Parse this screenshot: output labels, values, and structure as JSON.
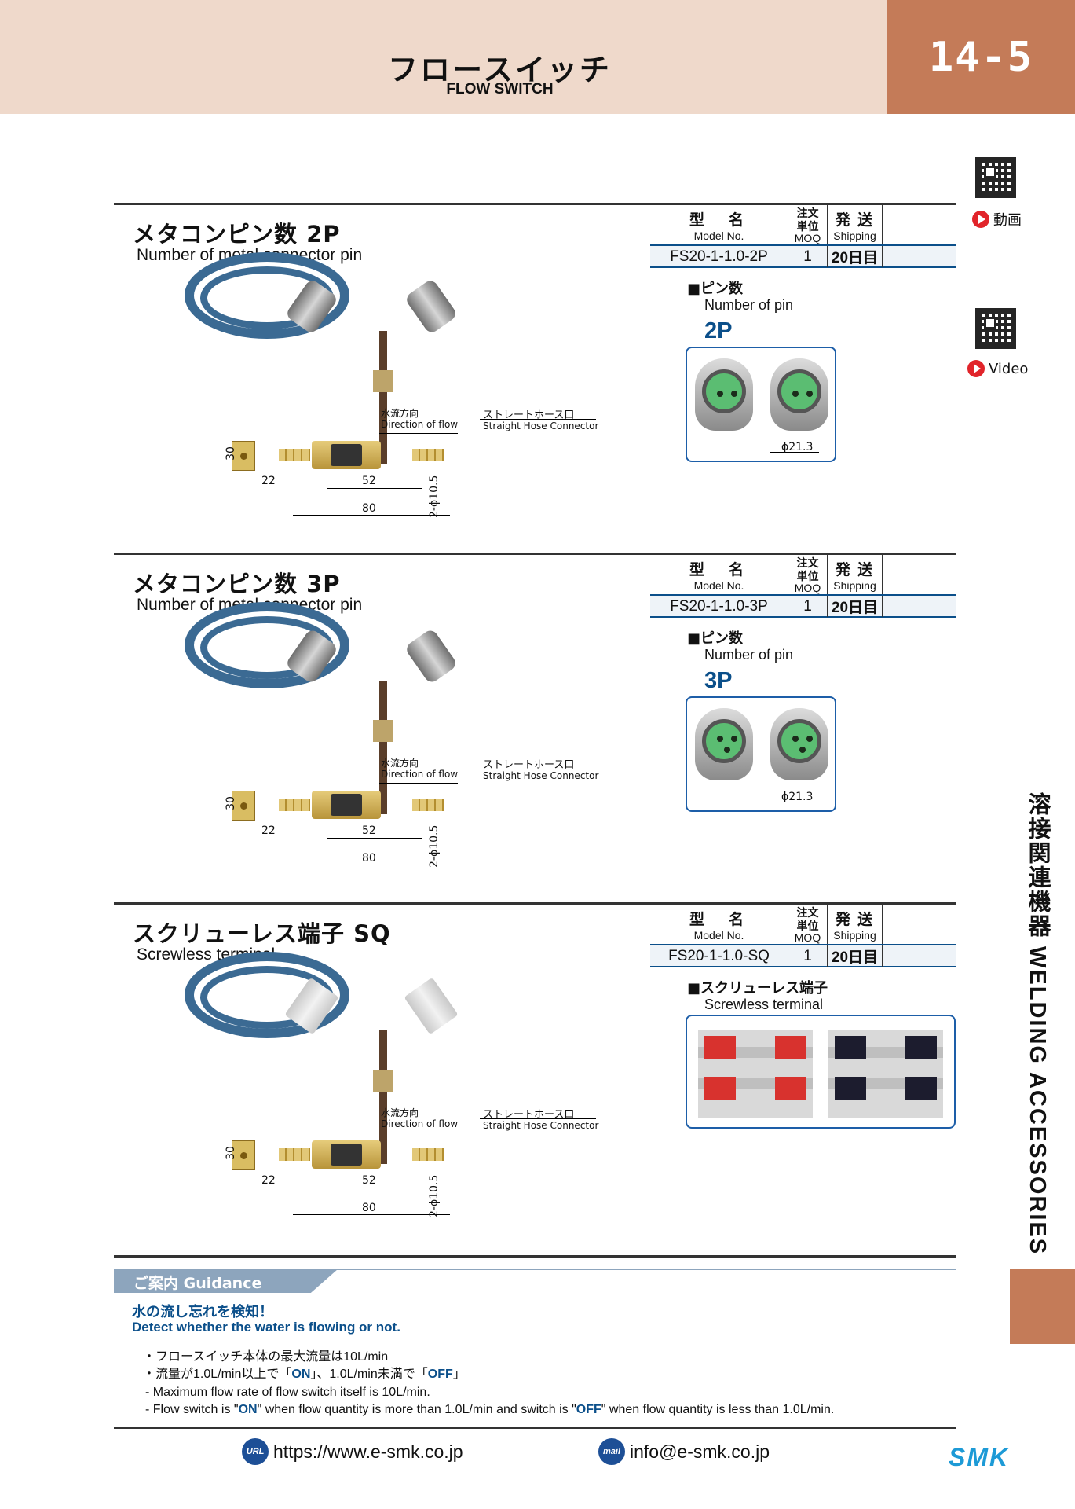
{
  "header": {
    "title_jp": "フロースイッチ",
    "title_en": "FLOW SWITCH",
    "page_number": "14-5"
  },
  "side": {
    "label": "溶接関連機器 WELDING ACCESSORIES",
    "video_jp": "動画",
    "video_en": "Video"
  },
  "spec_headers": {
    "model_jp": "型　名",
    "model_en": "Model No.",
    "moq_jp_1": "注文",
    "moq_jp_2": "単位",
    "moq_en": "MOQ",
    "ship_jp": "発 送",
    "ship_en": "Shipping"
  },
  "drawing_labels": {
    "flow_jp": "水流方向",
    "flow_en": "Direction of flow",
    "hose_jp": "ストレートホース口",
    "hose_en": "Straight Hose Connector",
    "dim_30": "30",
    "dim_22": "22",
    "dim_52": "52",
    "dim_80": "80",
    "dim_hole": "2-ϕ10.5"
  },
  "sections": [
    {
      "title_jp": "メタコンピン数 2P",
      "title_en": "Number of metal connector pin",
      "model": "FS20-1-1.0-2P",
      "moq": "1",
      "shipping": "20日目",
      "pin_label_jp": "■ピン数",
      "pin_label_en": "Number of pin",
      "pin_value": "2P",
      "diameter": "ϕ21.3"
    },
    {
      "title_jp": "メタコンピン数 3P",
      "title_en": "Number of metal connector pin",
      "model": "FS20-1-1.0-3P",
      "moq": "1",
      "shipping": "20日目",
      "pin_label_jp": "■ピン数",
      "pin_label_en": "Number of pin",
      "pin_value": "3P",
      "diameter": "ϕ21.3"
    },
    {
      "title_jp": "スクリューレス端子 SQ",
      "title_en": "Screwless terminal",
      "model": "FS20-1-1.0-SQ",
      "moq": "1",
      "shipping": "20日目",
      "pin_label_jp": "■スクリューレス端子",
      "pin_label_en": "Screwless terminal"
    }
  ],
  "guidance": {
    "tab": "ご案内 Guidance",
    "head_jp": "水の流し忘れを検知！",
    "head_en": "Detect whether the water is flowing or not.",
    "line1_jp": "・フロースイッチ本体の最大流量は10L/min",
    "line2_jp_a": "・流量が1.0L/min以上で「",
    "line2_on": "ON",
    "line2_jp_b": "」、1.0L/min未満で「",
    "line2_off": "OFF",
    "line2_jp_c": "」",
    "line3_en": "- Maximum flow rate of flow switch itself is 10L/min.",
    "line4_en_a": "- Flow switch is \"",
    "line4_on": "ON",
    "line4_en_b": "\" when flow quantity is more than 1.0L/min and switch is \"",
    "line4_off": "OFF",
    "line4_en_c": "\" when flow quantity is less than 1.0L/min."
  },
  "footer": {
    "url_icon": "URL",
    "url": "https://www.e-smk.co.jp",
    "mail_icon": "mail",
    "email": "info@e-smk.co.jp",
    "logo": "SMK"
  },
  "colors": {
    "header_bg": "#efd9cb",
    "accent": "#c47b58",
    "brand_blue": "#0b4f8a"
  }
}
